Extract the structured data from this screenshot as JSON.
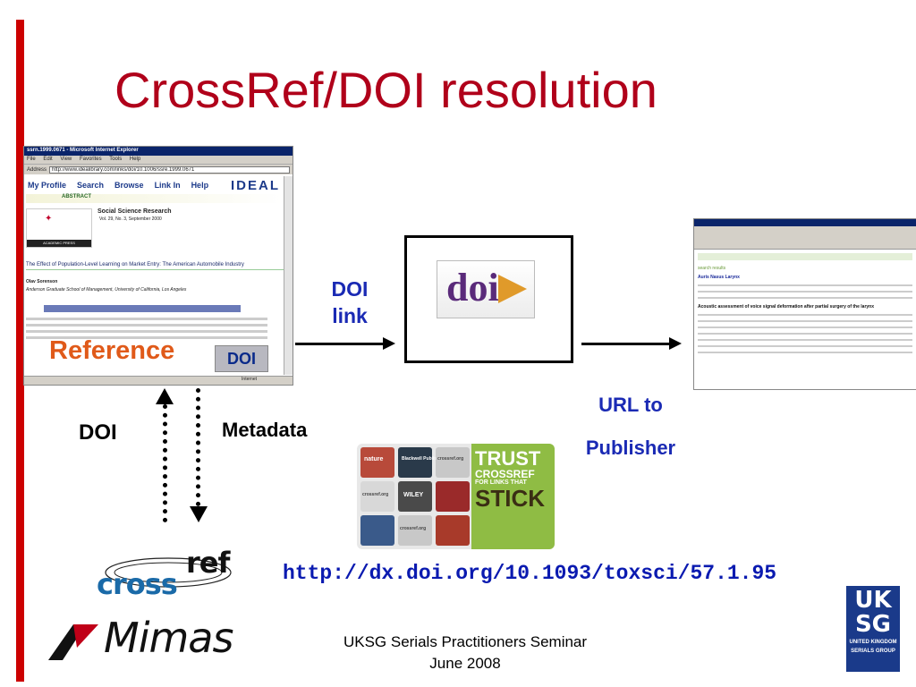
{
  "slide": {
    "title": "CrossRef/DOI resolution",
    "footer_line1": "UKSG Serials Practitioners Seminar",
    "footer_line2": "June 2008",
    "accent_color": "#b0001a"
  },
  "left_screenshot": {
    "window_title": "ssrn.1999.0671 - Microsoft Internet Explorer",
    "menu": [
      "File",
      "Edit",
      "View",
      "Favorites",
      "Tools",
      "Help"
    ],
    "address_label": "Address",
    "address_value": "http://www.idealibrary.com/links/doi/10.1006/ssre.1999.0671",
    "nav": [
      "My Profile",
      "Search",
      "Browse",
      "Link In",
      "Help"
    ],
    "brand": "IDEAL",
    "abstract_label": "ABSTRACT",
    "journal": "Social Science Research",
    "journal_meta": "Vol. 29, No. 3, September 2000",
    "publisher": "ACADEMIC PRESS",
    "article_title": "The Effect of Population-Level Learning on Market Entry: The American Automobile Industry",
    "author": "Olav Sorenson",
    "affiliation": "Anderson Graduate School of Management, University of California, Los Angeles",
    "status": "Internet"
  },
  "labels": {
    "reference": "Reference",
    "doi_box": "DOI",
    "doi_link_1": "DOI",
    "doi_link_2": "link",
    "url_to_1": "URL to",
    "url_to_2": "Publisher",
    "doi_side": "DOI",
    "metadata_side": "Metadata"
  },
  "center_logo": {
    "text": "doi"
  },
  "right_screenshot": {
    "heading": "Acoustic assessment of voice signal deformation after partial surgery of the larynx",
    "journal": "Auris Nasus Larynx"
  },
  "trust_image": {
    "line1": "TRUST",
    "line2": "CROSSREF",
    "line3": "FOR LINKS THAT",
    "line4": "STICK",
    "tiles": [
      "nature",
      "Blackwell Publishing",
      "crossref.org",
      "crossref.org",
      "WILEY",
      "crossref.org"
    ]
  },
  "logos": {
    "crossref_cross": "cross",
    "crossref_ref": "ref",
    "mimas": "Mimas",
    "uksg_1": "UK",
    "uksg_2": "SG",
    "uksg_3": "UNITED KINGDOM",
    "uksg_4": "SERIALS GROUP"
  },
  "doi_url": "http://dx.doi.org/10.1093/toxsci/57.1.95"
}
